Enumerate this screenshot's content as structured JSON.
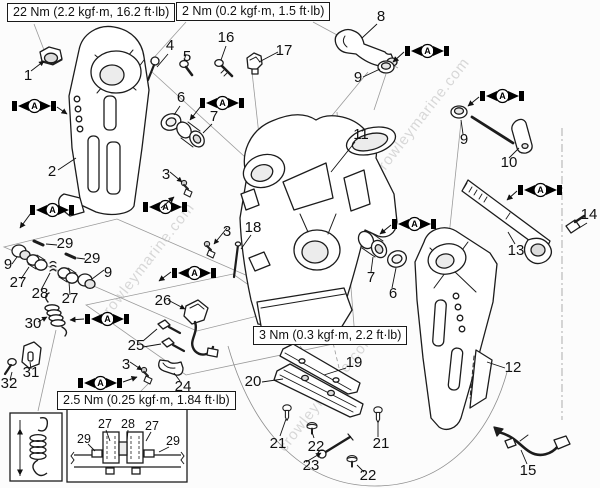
{
  "watermark": {
    "text": "crowleymarine.com"
  },
  "grease_flag": {
    "label": "A"
  },
  "torque_boxes": [
    {
      "id": "torque-22nm",
      "text": "22 Nm (2.2 kgf·m, 16.2 ft·lb)"
    },
    {
      "id": "torque-2nm",
      "text": "2 Nm (0.2 kgf·m, 1.5 ft·lb)"
    },
    {
      "id": "torque-3nm",
      "text": "3 Nm (0.3 kgf·m, 2.2 ft·lb)"
    },
    {
      "id": "torque-2-5nm",
      "text": "2.5 Nm (0.25 kgf·m, 1.84 ft·lb)"
    }
  ],
  "callouts": [
    {
      "text": "1"
    },
    {
      "text": "2"
    },
    {
      "text": "3"
    },
    {
      "text": "3"
    },
    {
      "text": "3"
    },
    {
      "text": "4"
    },
    {
      "text": "5"
    },
    {
      "text": "6"
    },
    {
      "text": "6"
    },
    {
      "text": "7"
    },
    {
      "text": "7"
    },
    {
      "text": "8"
    },
    {
      "text": "9"
    },
    {
      "text": "9"
    },
    {
      "text": "9"
    },
    {
      "text": "9"
    },
    {
      "text": "10"
    },
    {
      "text": "11"
    },
    {
      "text": "12"
    },
    {
      "text": "13"
    },
    {
      "text": "14"
    },
    {
      "text": "15"
    },
    {
      "text": "16"
    },
    {
      "text": "17"
    },
    {
      "text": "18"
    },
    {
      "text": "19"
    },
    {
      "text": "20"
    },
    {
      "text": "21"
    },
    {
      "text": "21"
    },
    {
      "text": "22"
    },
    {
      "text": "22"
    },
    {
      "text": "23"
    },
    {
      "text": "24"
    },
    {
      "text": "25"
    },
    {
      "text": "26"
    },
    {
      "text": "27"
    },
    {
      "text": "27"
    },
    {
      "text": "28"
    },
    {
      "text": "29"
    },
    {
      "text": "29"
    },
    {
      "text": "30"
    },
    {
      "text": "31"
    },
    {
      "text": "32"
    },
    {
      "text": "27"
    },
    {
      "text": "28"
    },
    {
      "text": "27"
    },
    {
      "text": "29"
    },
    {
      "text": "29"
    }
  ]
}
